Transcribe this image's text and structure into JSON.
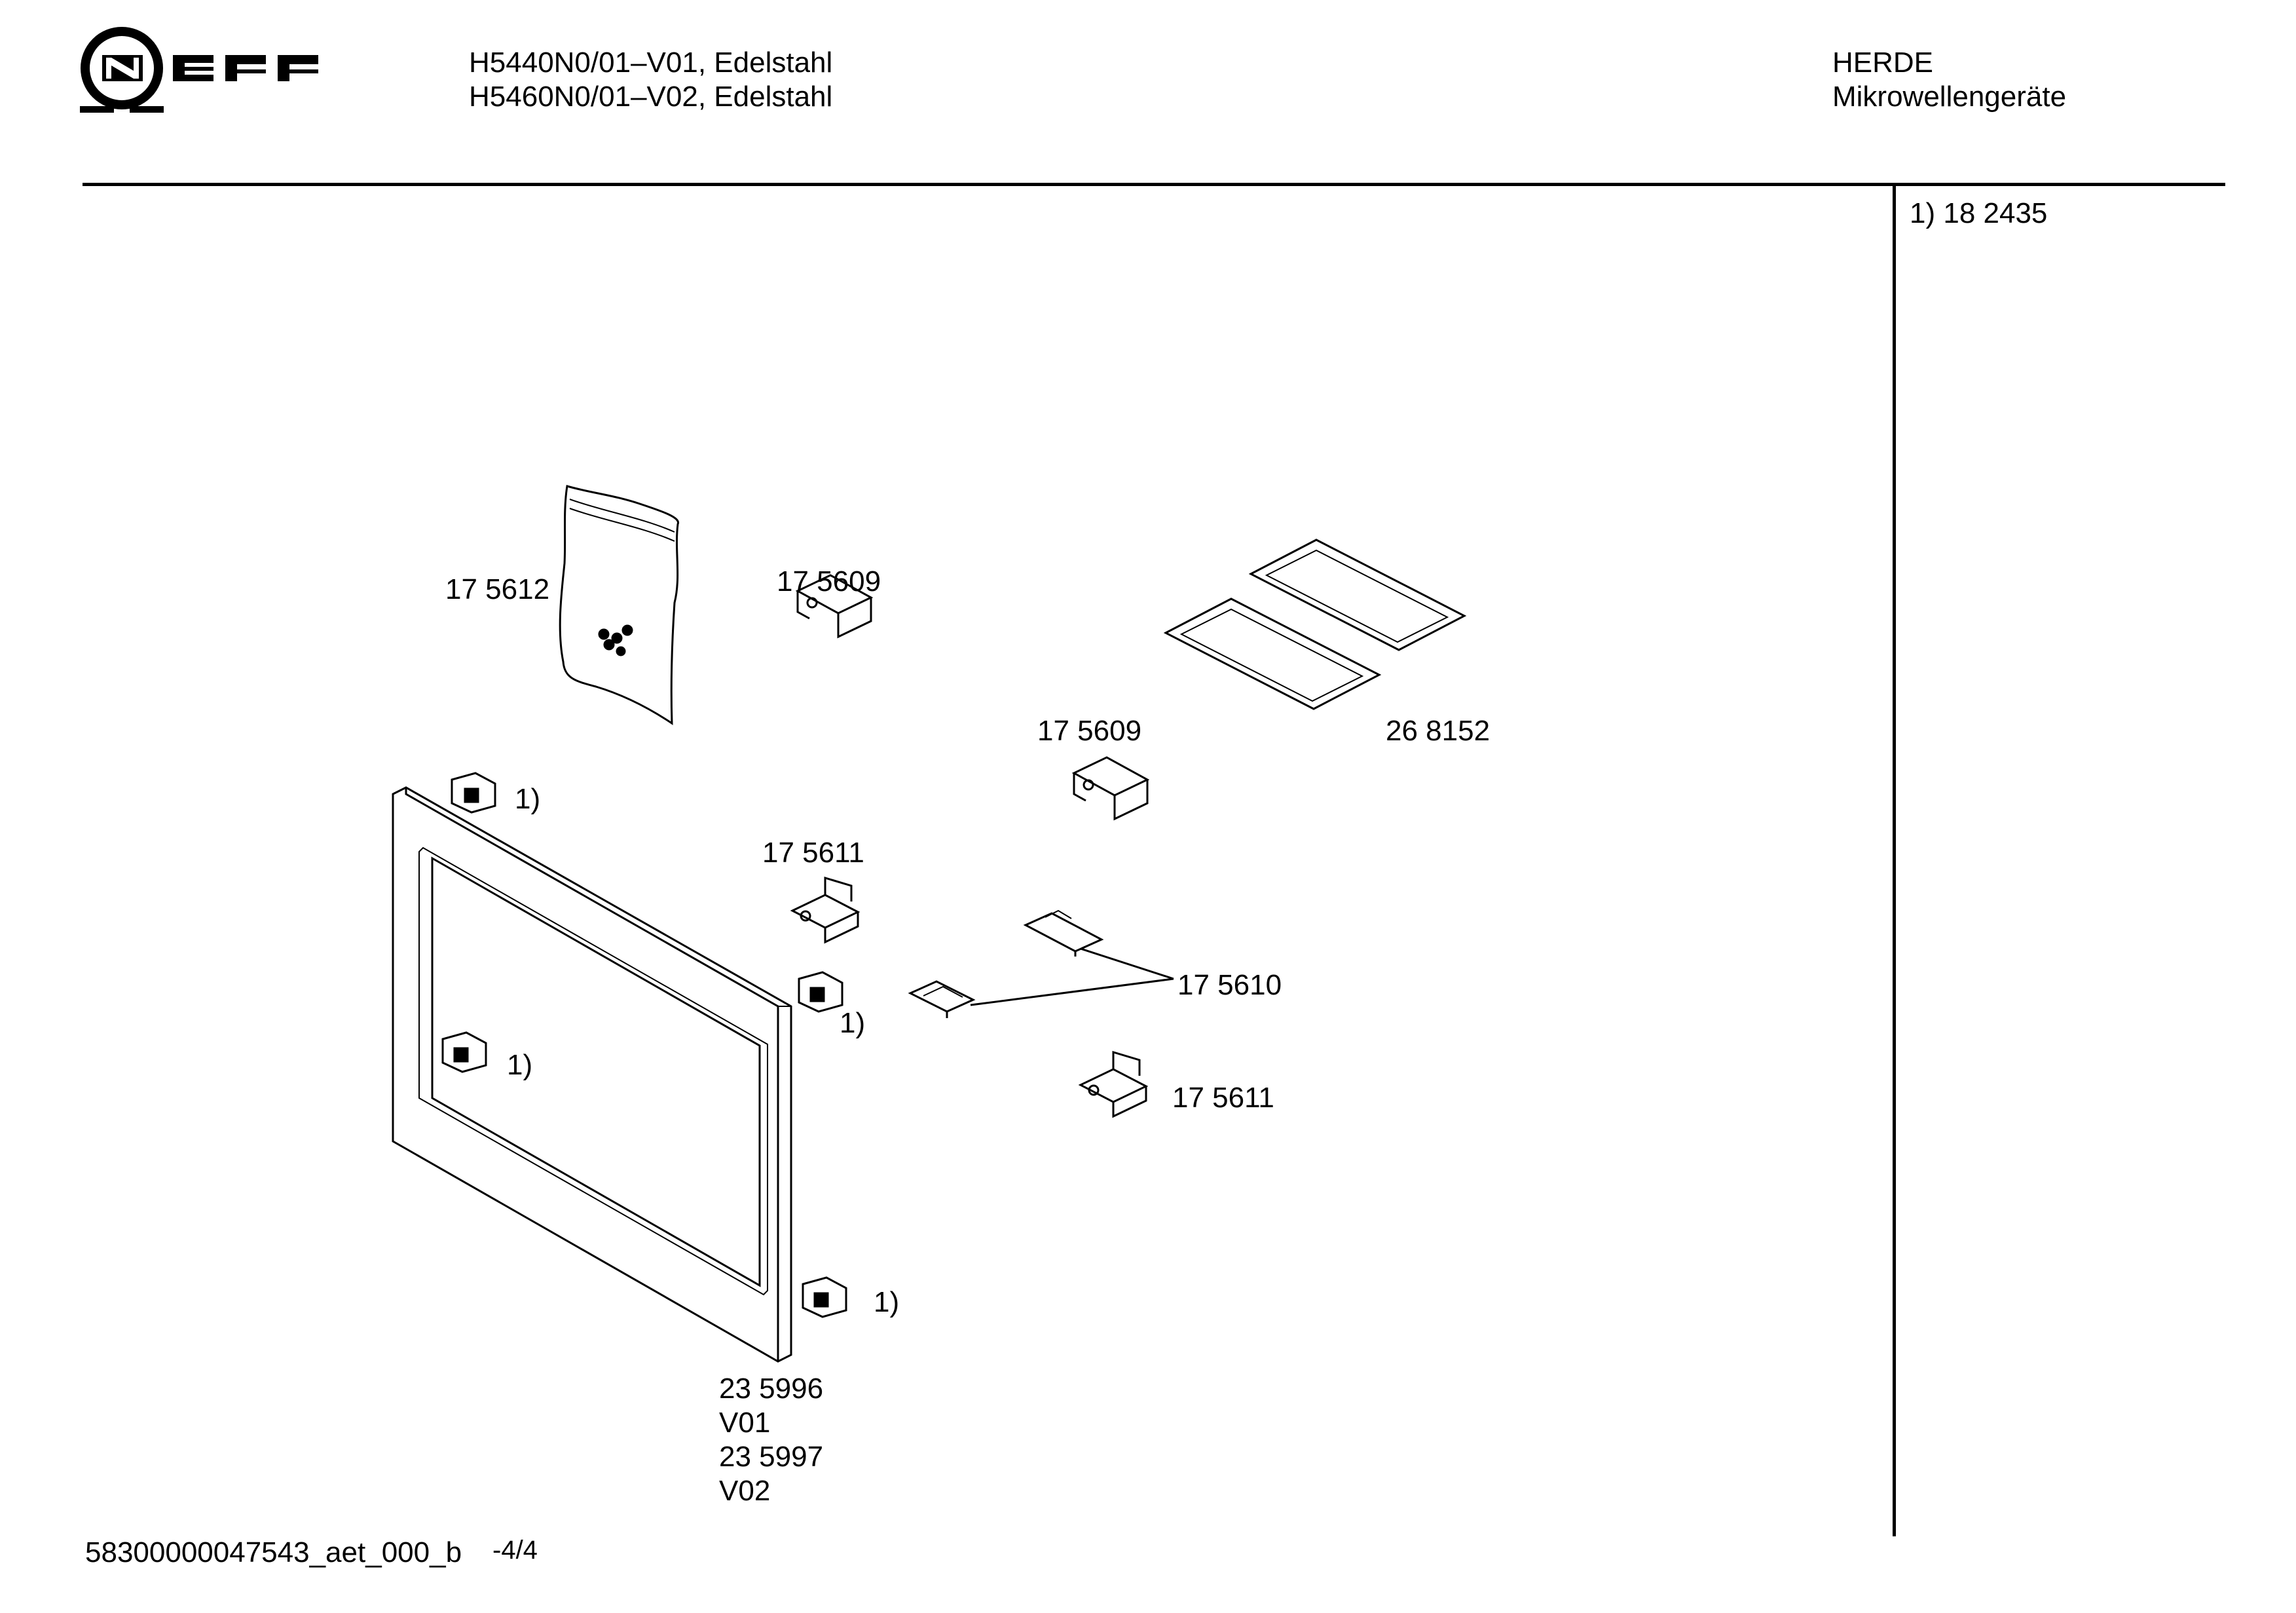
{
  "header": {
    "models": [
      "H5440N0/01–V01, Edelstahl",
      "H5460N0/01–V02, Edelstahl"
    ],
    "category": [
      "HERDE",
      "Mikrowellengeräte"
    ]
  },
  "sidebar": {
    "notes": [
      "1)  18 2435"
    ]
  },
  "parts": {
    "bag": "17 5612",
    "bracket_top": "17 5609",
    "bracket_mid": "17 5609",
    "trays": "26 8152",
    "clip_upper": "17 5611",
    "hinge_pair": "17 5610",
    "clip_lower": "17 5611",
    "frame_lines": [
      "23 5996",
      "V01",
      "23 5997",
      "V02"
    ],
    "footnote_ref": "1)"
  },
  "footer": {
    "doc_id": "58300000047543_aet_000_b",
    "page": "-4/4"
  }
}
